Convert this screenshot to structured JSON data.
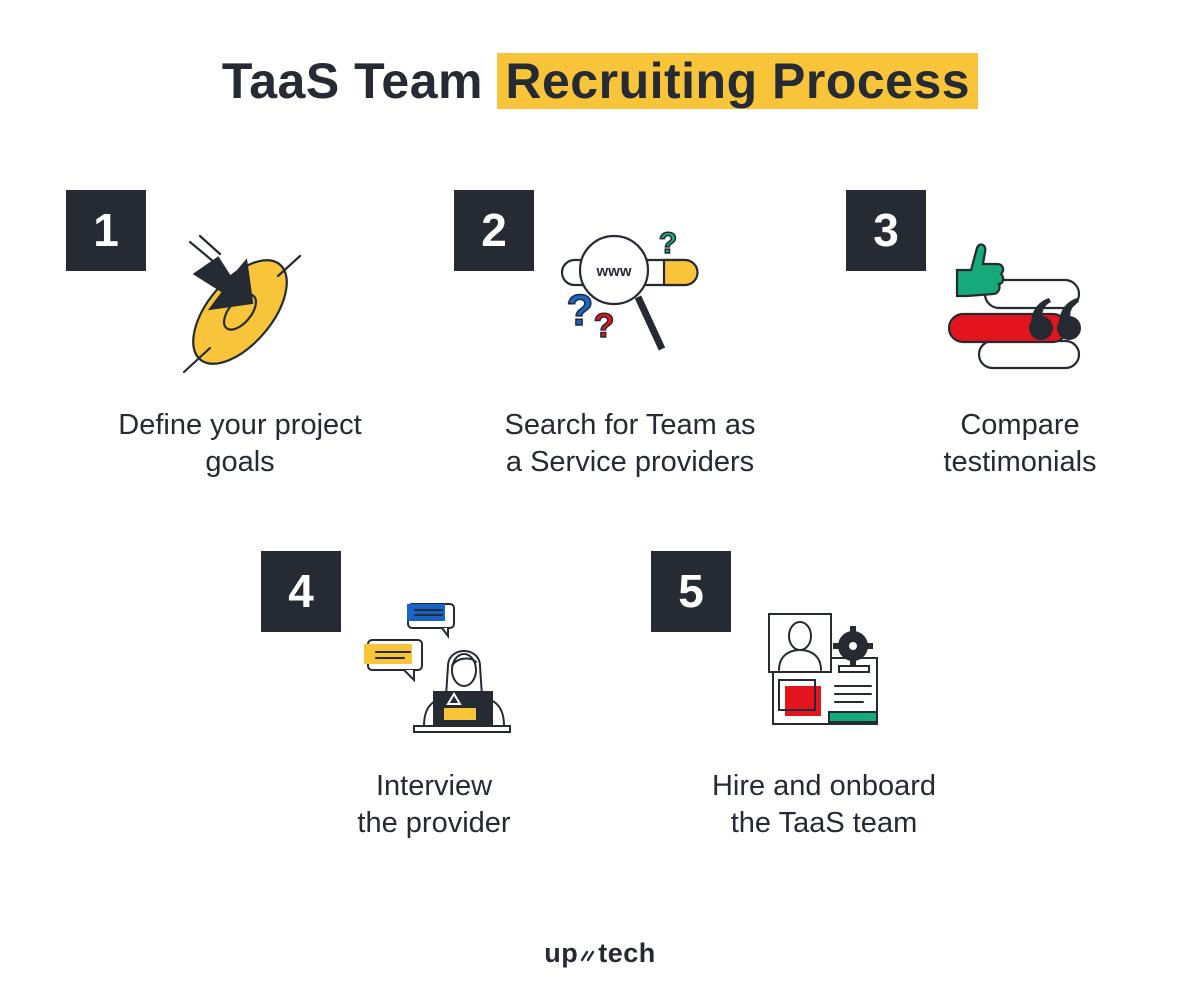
{
  "title": {
    "part1": "TaaS Team",
    "part2": "Recruiting Process"
  },
  "colors": {
    "dark": "#252a33",
    "yellow": "#f8c53a",
    "green": "#16a979",
    "red": "#e3141e",
    "blue": "#1a64c8"
  },
  "steps": [
    {
      "number": "1",
      "icon": "target-arrow-icon",
      "lines": [
        "Define your project",
        "goals"
      ]
    },
    {
      "number": "2",
      "icon": "web-search-icon",
      "lines": [
        "Search for Team as",
        "a Service providers"
      ]
    },
    {
      "number": "3",
      "icon": "testimonials-icon",
      "lines": [
        "Compare",
        "testimonials"
      ]
    },
    {
      "number": "4",
      "icon": "interview-icon",
      "lines": [
        "Interview",
        "the provider"
      ]
    },
    {
      "number": "5",
      "icon": "hire-onboard-icon",
      "lines": [
        "Hire and onboard",
        "the TaaS team"
      ]
    }
  ],
  "search_icon_text": "www",
  "logo": {
    "left": "up",
    "right": "tech"
  }
}
